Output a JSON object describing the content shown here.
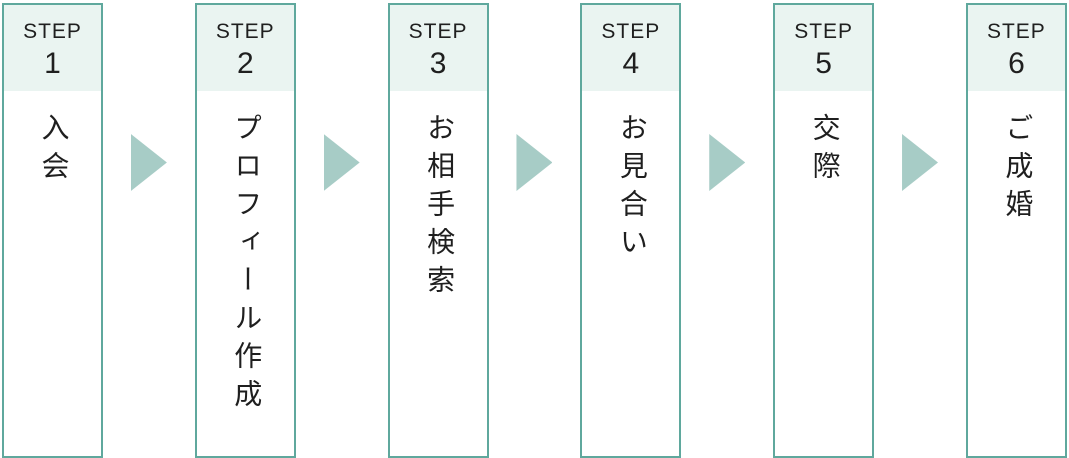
{
  "colors": {
    "border": "#5fa89d",
    "header_bg": "#eaf4f1",
    "arrow": "#a7ccc6",
    "text": "#1f1f1f"
  },
  "steps": [
    {
      "label": "STEP",
      "number": "1",
      "title": "入会"
    },
    {
      "label": "STEP",
      "number": "2",
      "title": "プロフィール作成"
    },
    {
      "label": "STEP",
      "number": "3",
      "title": "お相手検索"
    },
    {
      "label": "STEP",
      "number": "4",
      "title": "お見合い"
    },
    {
      "label": "STEP",
      "number": "5",
      "title": "交際"
    },
    {
      "label": "STEP",
      "number": "6",
      "title": "ご成婚"
    }
  ]
}
